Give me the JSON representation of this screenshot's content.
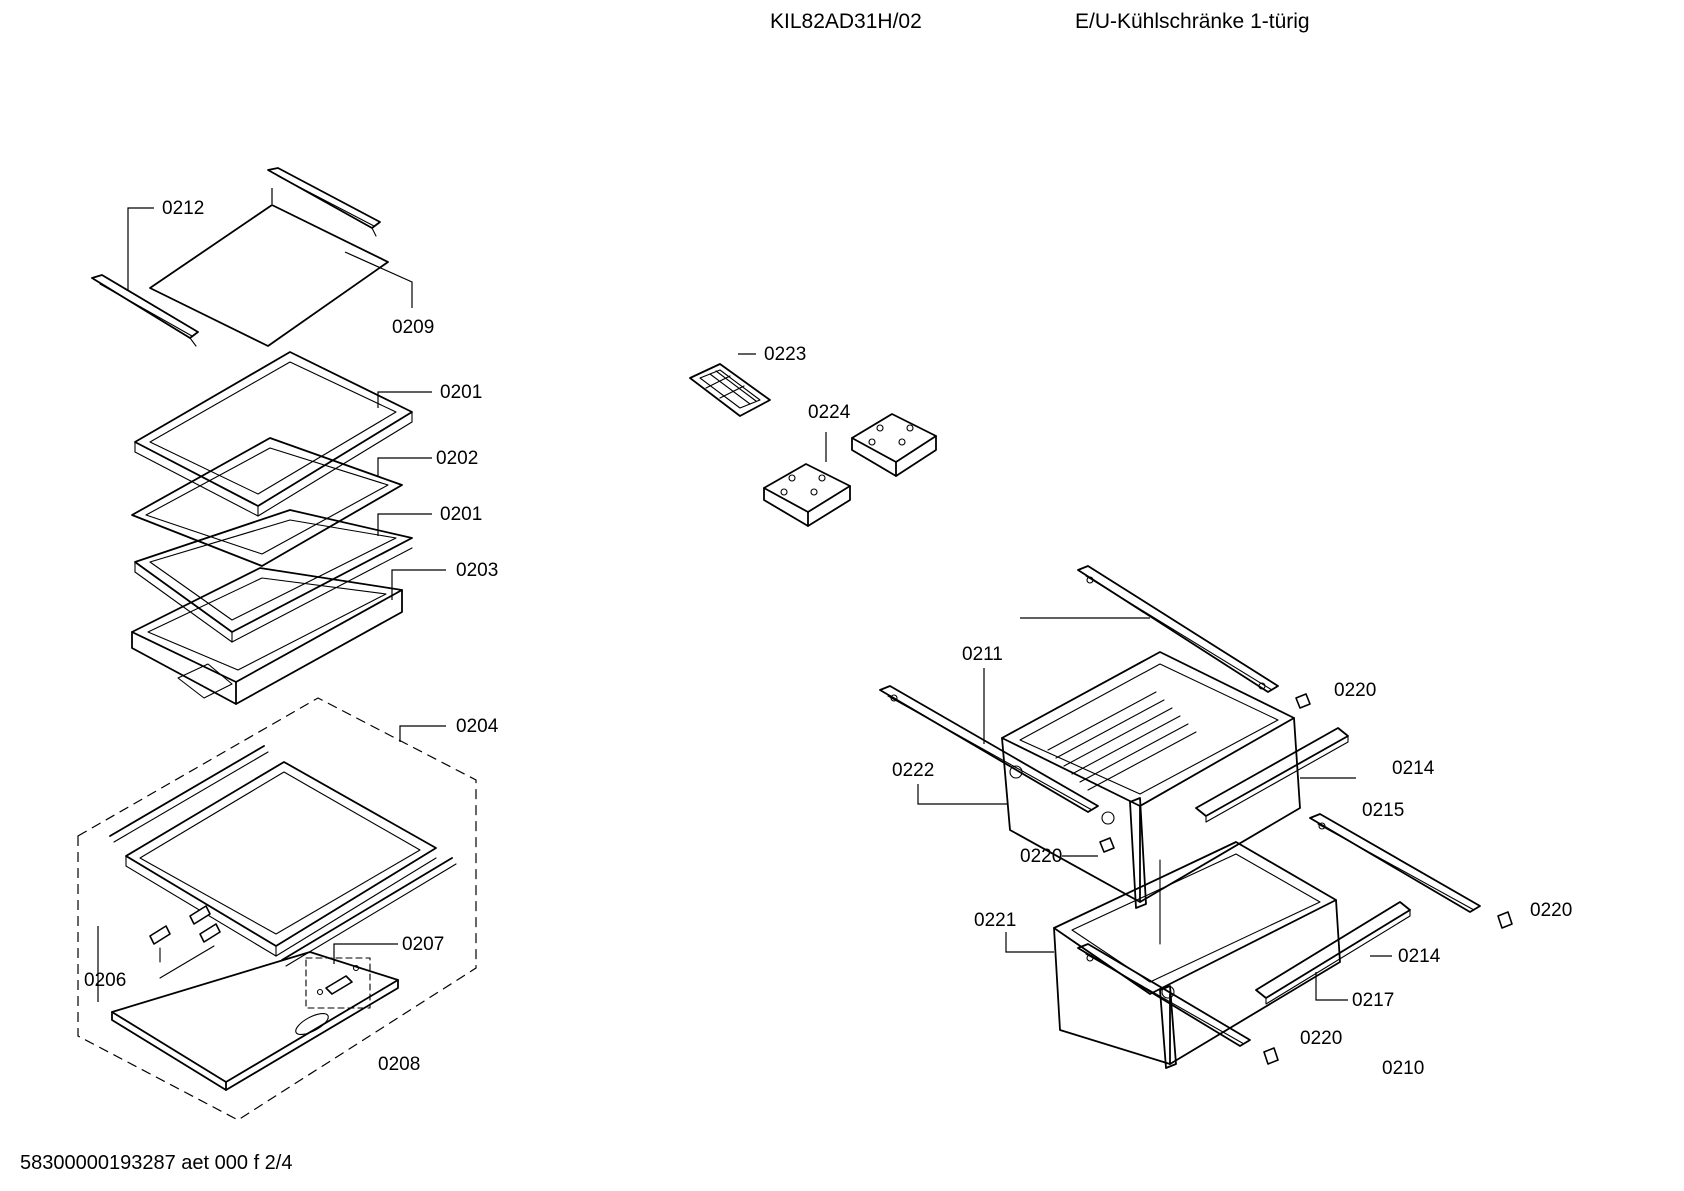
{
  "header": {
    "model": "KIL82AD31H/02",
    "description": "E/U-Kühlschränke 1-türig"
  },
  "footer": {
    "doc_code": "58300000193287 aet 000 f 2/4"
  },
  "callouts": {
    "c0212": "0212",
    "c0209": "0209",
    "c0201a": "0201",
    "c0202": "0202",
    "c0201b": "0201",
    "c0203": "0203",
    "c0204": "0204",
    "c0206": "0206",
    "c0207": "0207",
    "c0208": "0208",
    "c0223": "0223",
    "c0224": "0224",
    "c0211": "0211",
    "c0220a": "0220",
    "c0222": "0222",
    "c0214a": "0214",
    "c0215": "0215",
    "c0220b": "0220",
    "c0220c": "0220",
    "c0221": "0221",
    "c0214b": "0214",
    "c0217": "0217",
    "c0220d": "0220",
    "c0210": "0210"
  }
}
